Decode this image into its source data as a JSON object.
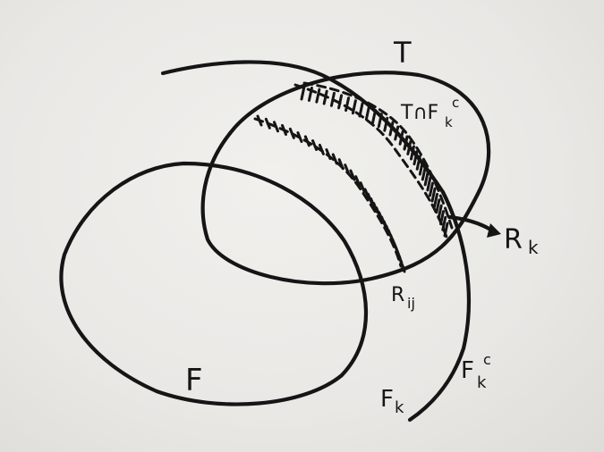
{
  "labels": {
    "T": "T",
    "t_cap_fkc_base": "T∩F",
    "t_cap_fkc_sub": "k",
    "t_cap_fkc_sup": "c",
    "rk_base": "R",
    "rk_sub": "k",
    "rij_base": "R",
    "rij_sub": "ij",
    "F": "F",
    "fk_base": "F",
    "fk_sub": "k",
    "fkc_base": "F",
    "fkc_sub": "k",
    "fkc_sup": "c"
  }
}
